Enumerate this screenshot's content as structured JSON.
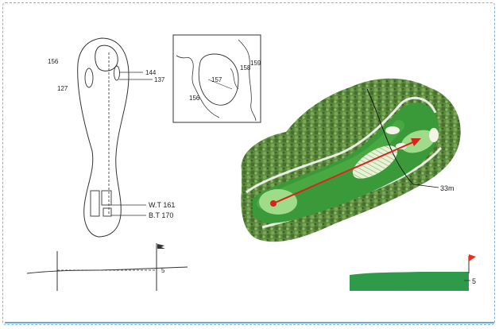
{
  "plan_view": {
    "yardages": {
      "left_top": "156",
      "left_mid": "127",
      "right_a": "144",
      "right_b": "137"
    },
    "tees": {
      "white": "W.T  161",
      "blue": "B.T  170"
    }
  },
  "green_detail": {
    "marks": [
      "157",
      "158",
      "159",
      "156"
    ]
  },
  "elevation_left": {
    "value": "5"
  },
  "aerial": {
    "distance": "33m"
  },
  "elevation_right": {
    "value": "5"
  },
  "colors": {
    "frame": "#7fb2d8",
    "fairway": "#3a9a3a",
    "green": "#9fdc8a",
    "trees": "#5b8a3e",
    "arrow": "#d8221a",
    "flag": "#e8321e",
    "profile": "#2f9a4a"
  }
}
